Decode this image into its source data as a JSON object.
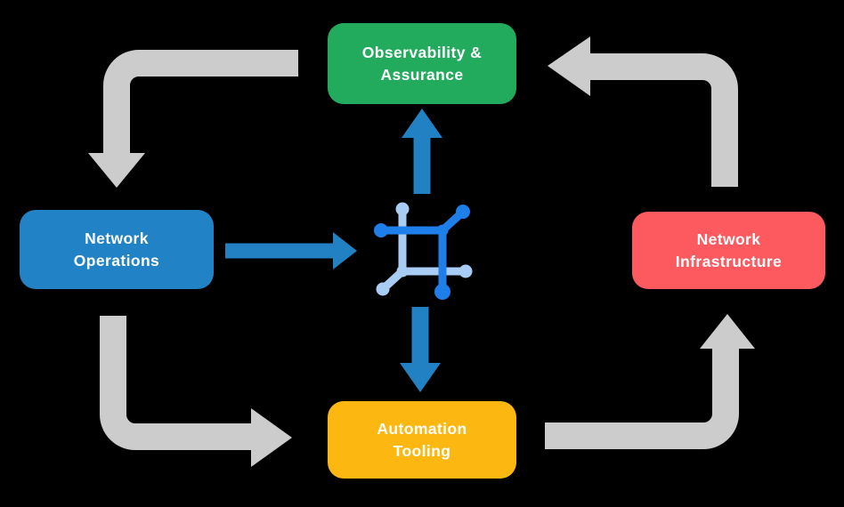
{
  "diagram": {
    "background": "#000000",
    "text_color": "#ffffff",
    "nodes": {
      "observability": {
        "lines": [
          "Observability &",
          "Assurance"
        ],
        "color": "#22ab5d"
      },
      "operations": {
        "lines": [
          "Network",
          "Operations"
        ],
        "color": "#2183c5"
      },
      "infrastructure": {
        "lines": [
          "Network",
          "Infrastructure"
        ],
        "color": "#fc5a5f"
      },
      "automation": {
        "lines": [
          "Automation",
          "Tooling"
        ],
        "color": "#fcb811"
      }
    },
    "arrows": {
      "cycle_color": "#cccccc",
      "hub_color": "#2181c2"
    },
    "icon": {
      "name": "network-mesh-icon",
      "dark": "#1f7fea",
      "light": "#a9ccf5"
    }
  }
}
